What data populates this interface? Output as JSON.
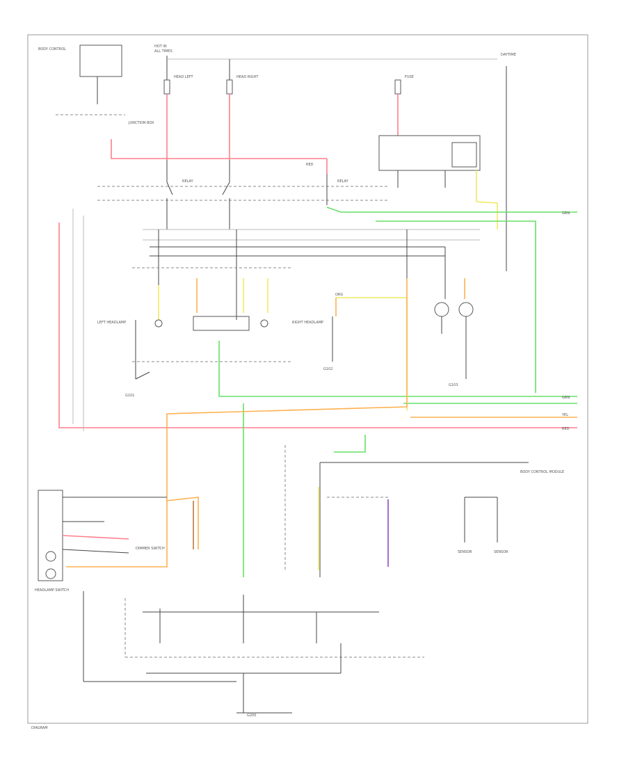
{
  "diagram": {
    "border_color": "#999999",
    "wire_colors": {
      "red": "#ff7f8c",
      "green": "#66e066",
      "yellow": "#f0ea60",
      "orange": "#ffb050",
      "purple": "#a070d0",
      "brown": "#c08850",
      "black": "#444444"
    },
    "labels": {
      "hot_top": "HOT IN",
      "hot_sub": "ALL TIMES",
      "fuse_left": "HEAD LEFT",
      "fuse_mid": "HEAD RIGHT",
      "fuse_right": "FUSE",
      "bcm_tl": "BODY CONTROL",
      "junction": "JUNCTION BOX",
      "relay_left": "RELAY",
      "relay_right": "RELAY",
      "headlamp_left": "LEFT HEADLAMP",
      "headlamp_right": "RIGHT HEADLAMP",
      "daytime": "DAYTIME",
      "ground_left": "G101",
      "ground_mid": "G102",
      "ground_right": "G103",
      "switch_bl": "HEADLAMP SWITCH",
      "dimmer": "DIMMER SWITCH",
      "bcm_br": "BODY CONTROL MODULE",
      "sensor_left": "SENSOR",
      "sensor_right": "SENSOR",
      "ground_bottom": "G200",
      "footer": "DIAGRAM",
      "tag_red": "RED",
      "tag_grn": "GRN",
      "tag_yel": "YEL",
      "tag_org": "ORG"
    }
  }
}
